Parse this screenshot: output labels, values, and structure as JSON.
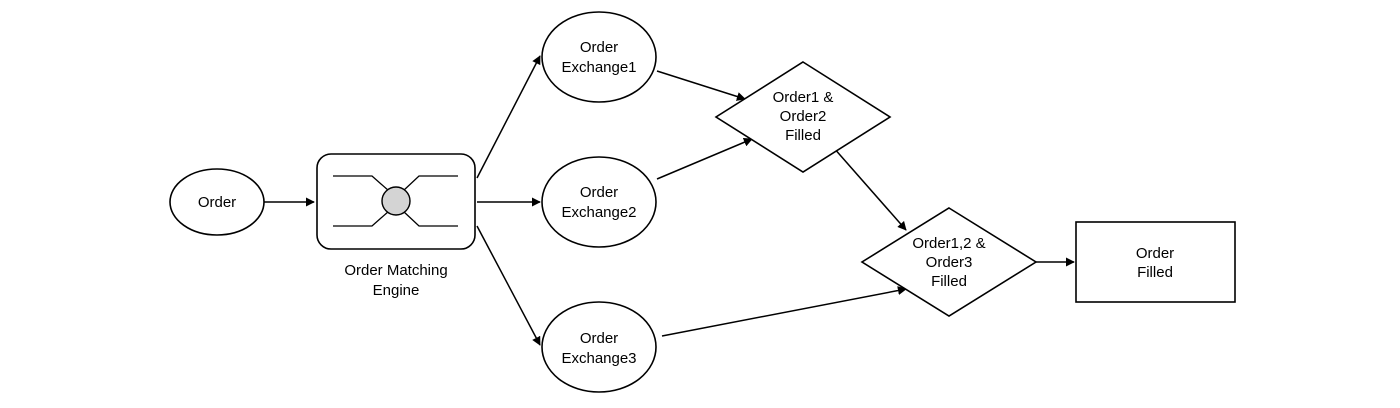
{
  "nodes": {
    "order": "Order",
    "engine_caption": [
      "Order Matching",
      "Engine"
    ],
    "exchange1": [
      "Order",
      "Exchange1"
    ],
    "exchange2": [
      "Order",
      "Exchange2"
    ],
    "exchange3": [
      "Order",
      "Exchange3"
    ],
    "decision1": [
      "Order1 &",
      "Order2",
      "Filled"
    ],
    "decision2": [
      "Order1,2 &",
      "Order3",
      "Filled"
    ],
    "filled": [
      "Order",
      "Filled"
    ]
  },
  "colors": {
    "stroke": "#000000",
    "fill": "#ffffff",
    "hub": "#d4d4d4"
  }
}
